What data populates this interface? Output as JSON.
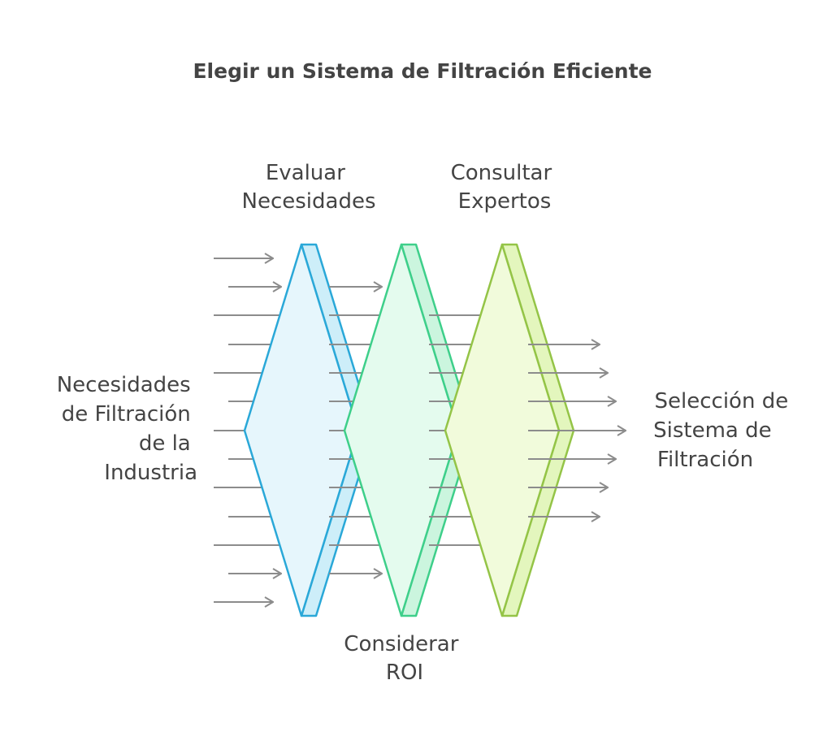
{
  "title": "Elegir un Sistema de Filtración Eficiente",
  "input_label": [
    "Necesidades",
    "de Filtración",
    "de la",
    "Industria"
  ],
  "output_label": [
    "Selección de",
    "Sistema de",
    "Filtración"
  ],
  "filters": [
    {
      "label": [
        "Evaluar",
        "Necesidades"
      ],
      "label_position": "top",
      "stroke": "#2aa8d8",
      "fill": "#e6f6fc",
      "side_fill": "#cdeef9"
    },
    {
      "label": [
        "Considerar",
        "ROI"
      ],
      "label_position": "bottom",
      "stroke": "#3ecf8a",
      "fill": "#e4fbee",
      "side_fill": "#cbf5de"
    },
    {
      "label": [
        "Consultar",
        "Expertos"
      ],
      "label_position": "top",
      "stroke": "#94c447",
      "fill": "#f1fbdb",
      "side_fill": "#e3f6bd"
    }
  ],
  "colors": {
    "arrow": "#8c8c8c",
    "text": "#444444",
    "background": "#ffffff"
  }
}
